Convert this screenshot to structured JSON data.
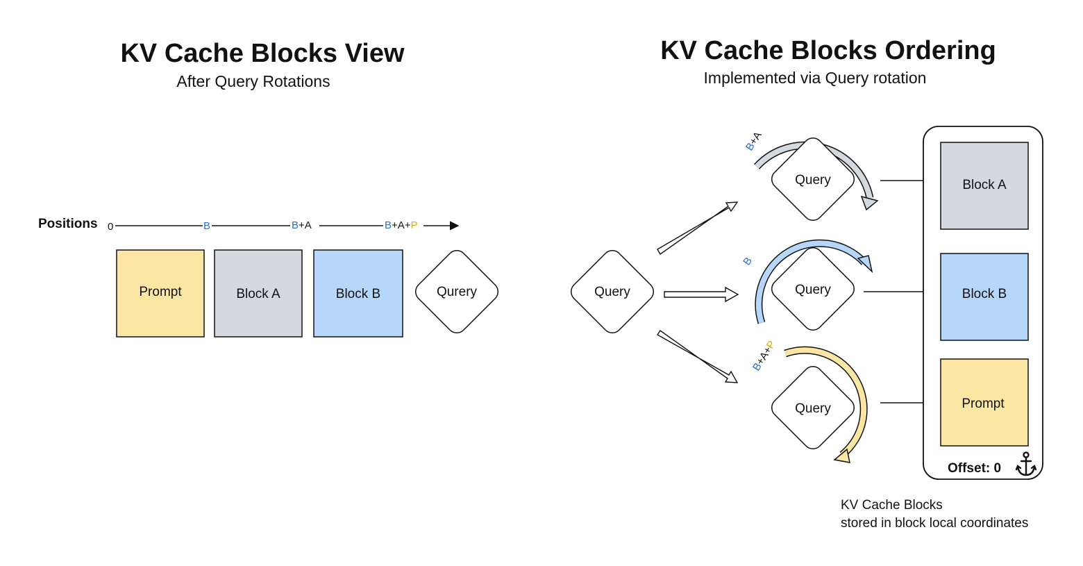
{
  "left": {
    "title": "KV Cache Blocks View",
    "subtitle": "After Query Rotations",
    "positions_label": "Positions",
    "axis": {
      "zero": "0",
      "tick1": "B",
      "tick2_b": "B",
      "tick2_plus": "+",
      "tick2_a": "A",
      "tick3_b": "B",
      "tick3_plus1": "+",
      "tick3_a": "A",
      "tick3_plus2": "+",
      "tick3_p": "P"
    },
    "blocks": [
      "Prompt",
      "Block A",
      "Block B"
    ],
    "query": "Qurery"
  },
  "right": {
    "title": "KV Cache Blocks Ordering",
    "subtitle": "Implemented via Query rotation",
    "source_query": "Query",
    "queries": [
      "Query",
      "Query",
      "Query"
    ],
    "rotations": {
      "top": {
        "b": "B",
        "plus": "+",
        "a": "A"
      },
      "middle": {
        "b": "B"
      },
      "bottom": {
        "b": "B",
        "plus1": "+",
        "a": "A",
        "plus2": "+",
        "p": "P"
      }
    },
    "blocks": [
      "Block A",
      "Block B",
      "Prompt"
    ],
    "offset_label": "Offset: 0",
    "caption_line1": "KV Cache Blocks",
    "caption_line2": "stored in block local coordinates"
  },
  "colors": {
    "prompt": "#fbe7a3",
    "block_a": "#d3d9e0",
    "block_b": "#b6d6fa",
    "blue_text": "#2a6fd1",
    "yellow_text": "#e0b000",
    "gray_arrow": "#d3d9e0",
    "blue_arrow": "#b6d6fa",
    "yellow_arrow": "#fbe7a3"
  }
}
